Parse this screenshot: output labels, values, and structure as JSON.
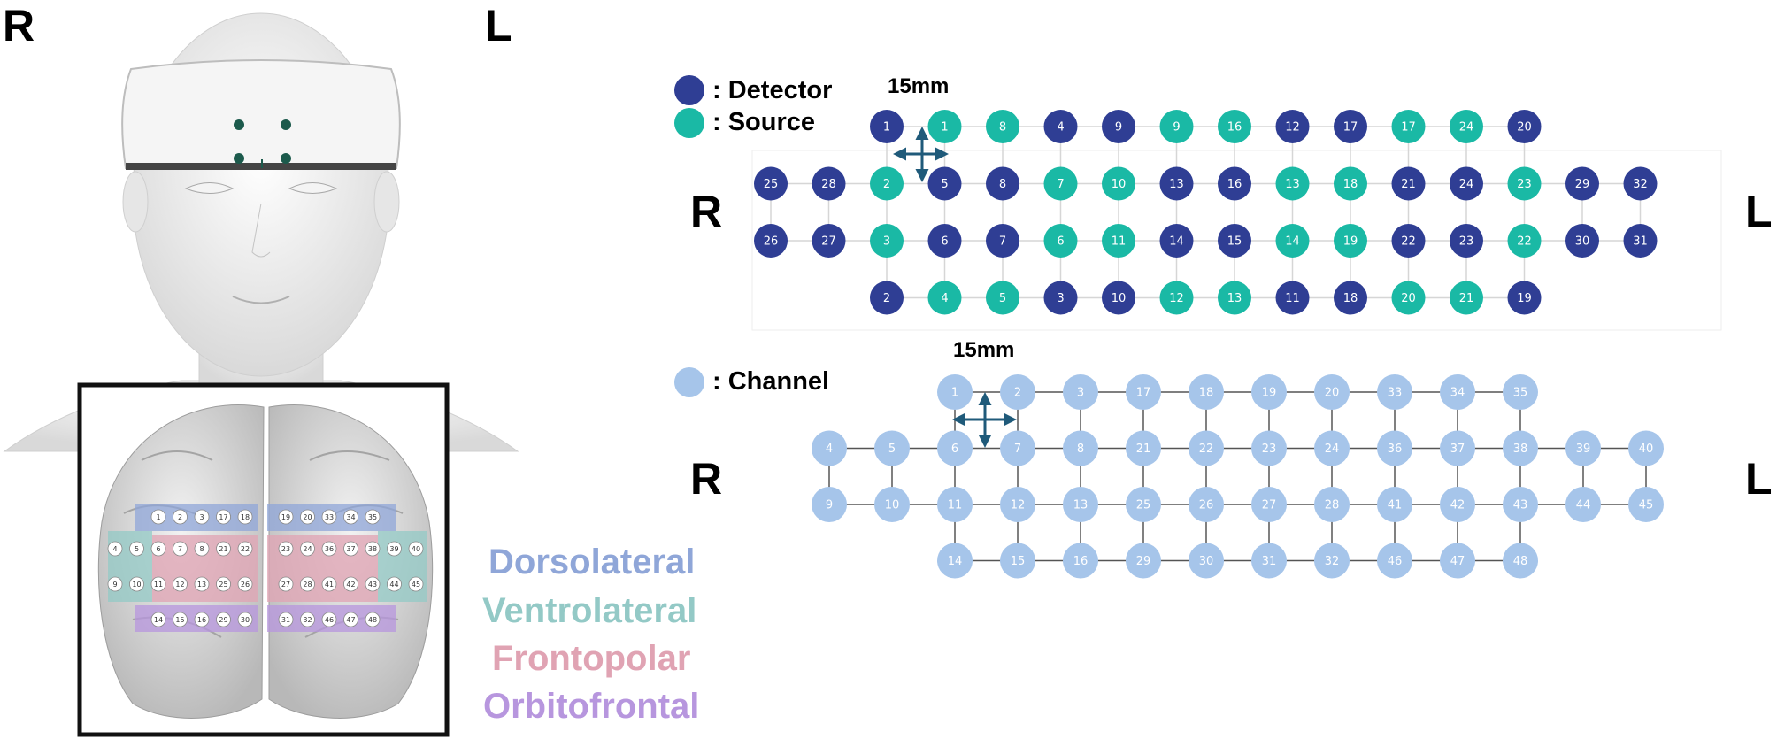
{
  "labels": {
    "right_top": "R",
    "left_top": "L",
    "right_mid": "R",
    "left_mid": "L",
    "right_bottom": "R",
    "left_bottom": "L"
  },
  "legend": {
    "detector": ": Detector",
    "source": ": Source",
    "channel": ": Channel",
    "spacing_top": "15mm",
    "spacing_bottom": "15mm"
  },
  "regions": [
    {
      "name": "Dorsolateral",
      "color": "#8fa6d8"
    },
    {
      "name": "Ventrolateral",
      "color": "#93c9c6"
    },
    {
      "name": "Frontopolar",
      "color": "#e0a3b3"
    },
    {
      "name": "Orbitofrontal",
      "color": "#b796de"
    }
  ],
  "colors": {
    "detector": "#2f3e94",
    "source": "#1ab9a5",
    "channel": "#a6c5ea",
    "arrow": "#1f5a7a"
  },
  "optodes": {
    "rows": [
      [
        "",
        "",
        "D1",
        "S1",
        "S8",
        "D4",
        "D9",
        "S9",
        "S16",
        "D12",
        "D17",
        "S17",
        "S24",
        "D20",
        "",
        ""
      ],
      [
        "D25",
        "D28",
        "S2",
        "D5",
        "D8",
        "S7",
        "S10",
        "D13",
        "D16",
        "S13",
        "S18",
        "D21",
        "D24",
        "S23",
        "D29",
        "D32"
      ],
      [
        "D26",
        "D27",
        "S3",
        "D6",
        "D7",
        "S6",
        "S11",
        "D14",
        "D15",
        "S14",
        "S19",
        "D22",
        "D23",
        "S22",
        "D30",
        "D31"
      ],
      [
        "",
        "",
        "D2",
        "S4",
        "S5",
        "D3",
        "D10",
        "S12",
        "S13",
        "D11",
        "D18",
        "S20",
        "S21",
        "D19",
        "",
        ""
      ]
    ]
  },
  "channels": {
    "rows": [
      [
        "",
        "",
        "1",
        "2",
        "3",
        "17",
        "18",
        "19",
        "20",
        "33",
        "34",
        "35",
        "",
        ""
      ],
      [
        "4",
        "5",
        "6",
        "7",
        "8",
        "21",
        "22",
        "23",
        "24",
        "36",
        "37",
        "38",
        "39",
        "40"
      ],
      [
        "9",
        "10",
        "11",
        "12",
        "13",
        "25",
        "26",
        "27",
        "28",
        "41",
        "42",
        "43",
        "44",
        "45"
      ],
      [
        "",
        "",
        "14",
        "15",
        "16",
        "29",
        "30",
        "31",
        "32",
        "46",
        "47",
        "48",
        "",
        ""
      ]
    ]
  },
  "head_grid": {
    "right": [
      [
        "",
        "",
        "1",
        "2",
        "3",
        "17",
        "18"
      ],
      [
        "4",
        "5",
        "6",
        "7",
        "8",
        "21",
        "22"
      ],
      [
        "9",
        "10",
        "11",
        "12",
        "13",
        "25",
        "26"
      ],
      [
        "",
        "",
        "14",
        "15",
        "16",
        "29",
        "30"
      ]
    ],
    "left": [
      [
        "19",
        "20",
        "33",
        "34",
        "35",
        "",
        ""
      ],
      [
        "23",
        "24",
        "36",
        "37",
        "38",
        "39",
        "40"
      ],
      [
        "27",
        "28",
        "41",
        "42",
        "43",
        "44",
        "45"
      ],
      [
        "31",
        "32",
        "46",
        "47",
        "48",
        "",
        ""
      ]
    ]
  }
}
